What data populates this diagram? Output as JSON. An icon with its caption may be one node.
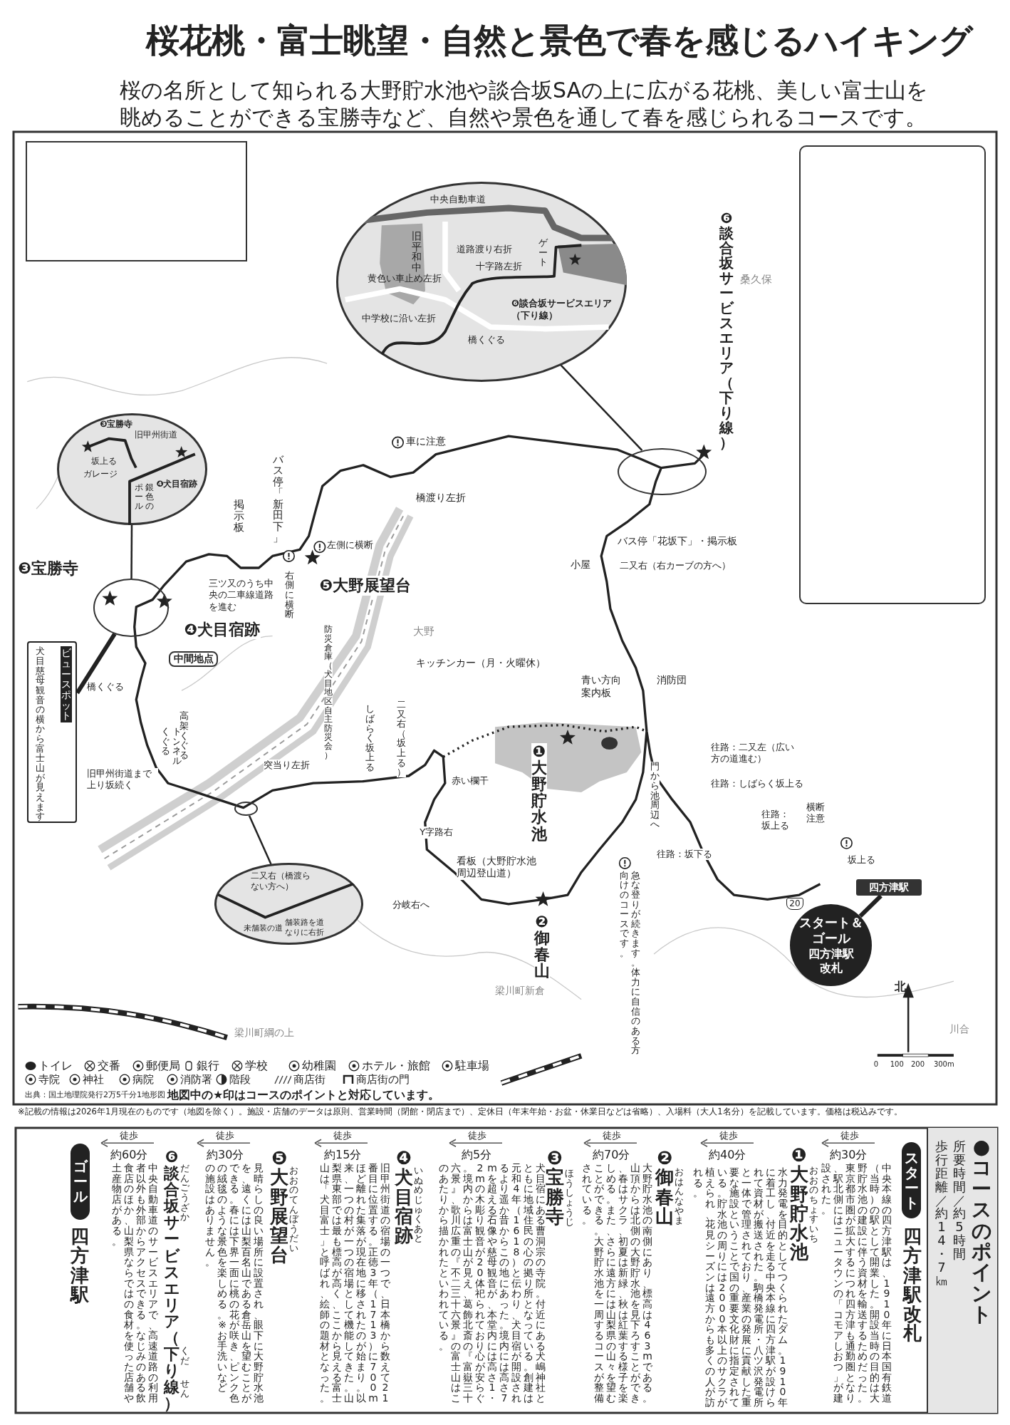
{
  "diagram": {
    "title": "桜花桃・富士眺望・自然と景色で春を感じるハイキング",
    "nodes": [
      {
        "text": [
          "中央自動車道",
          "旧平和中",
          "道路渡り右折",
          "十字路左折",
          "黄色い車止め左折",
          "ゲート",
          "中学校に沿い左折",
          "❻談合坂サービスエリア（下り線）",
          "橋くぐる"
        ]
      },
      {
        "text": [],
        "shape": "circle"
      },
      {
        "text": [
          "❸宝勝寺",
          "旧甲州街道",
          "坂上る",
          "ガレージ",
          "❹犬目宿跡",
          "銀色のポール"
        ]
      },
      {
        "text": [],
        "shape": "circle"
      },
      {
        "text": [
          "二又右（橋渡らない方へ）",
          "未舗装の道",
          "舗装路を道なりに右折"
        ]
      },
      {
        "text": [],
        "shape": "circle"
      },
      {
        "text": [
          "犬目慈母観音の横から富士山が見えます",
          "ビュースポット"
        ]
      },
      {
        "text": [
          "中間地点"
        ]
      },
      {
        "text": [
          "スタート＆ゴール",
          "四方津駅改札"
        ]
      },
      {
        "text": [
          "四方津駅"
        ]
      },
      {
        "text": [],
        "shape": "box"
      },
      {
        "text": [],
        "shape": "box"
      },
      {
        "text": [
          "歩行距離／約14・7㎞",
          "所要時間／約5時間",
          "●コースのポイント"
        ]
      },
      {
        "text": [
          "スタート"
        ],
        "beside": [
          "四方津駅改札"
        ]
      },
      {
        "text": [
          "ゴール"
        ],
        "beside": [
          "四方津駅"
        ]
      }
    ],
    "edges": [
      {
        "from": 0,
        "to": 1,
        "arrow": "none"
      },
      {
        "from": 2,
        "to": 3,
        "arrow": "none"
      },
      {
        "from": 4,
        "to": 5,
        "arrow": "none"
      },
      {
        "from": 6,
        "to": 3,
        "arrow": "none",
        "style": "thick"
      },
      {
        "from": 8,
        "to": 9,
        "arrow": "none",
        "style": "thick"
      }
    ],
    "labels": [
      "桜の名所として知られる大野貯水池や談合坂SAの上に広がる花桃、美しい富士山を眺めることができる宝勝寺など、自然や景色を通して春を感じられるコースです。",
      "❻談合坂サービスエリア（下り線）",
      "桑久保",
      "車に注意",
      "橋渡り左折",
      "バス停「新田下」",
      "掲示板",
      "左側に横断",
      "右側に横断",
      "❺大野展望台",
      "❸宝勝寺",
      "三ツ又のうち中央の二車線道路を進む",
      "❹犬目宿跡",
      "大野",
      "防災倉庫（犬目地区自主防災会）",
      "キッチンカー（月・火曜休）",
      "バス停「花坂下」・掲示板",
      "小屋",
      "二又右（右カーブの方へ）",
      "青い方向案内板",
      "消防団",
      "しばらく坂上る",
      "二又右（坂上る）",
      "突当り左折",
      "橋くぐる",
      "トンネルくぐる",
      "高架くぐる",
      "旧甲州街道まで上り坂続く",
      "❶大野貯水池",
      "赤い欄干",
      "門から池周辺へ",
      "往路：二又左（広い方の道進む）",
      "往路：しばらく坂上る",
      "Y字路右",
      "往路：坂上る",
      "横断注意",
      "坂上る",
      "往路：坂下る",
      "看板（大野貯水池周辺登山道）",
      "急な登りが続きます。体力に自信のある方向けのコースです。",
      "分岐右へ",
      "❷御春山",
      "20",
      "梁川町新倉",
      "梁川町綱の上",
      "川合",
      "北",
      "0",
      "100",
      "200",
      "300m",
      "出典：国土地理院発行2万5千分1地形図",
      "地図中の★印はコースのポイントと対応しています。",
      "※記載の情報は2026年1月現在のものです（地図を除く）。施設・店舗のデータは原則、営業時間（閉館・閉店まで）、定休日（年末年始・お盆・休業日などは省略）、入場料（大人1名分）を記載しています。価格は税込みです。",
      "徒歩",
      "約30分",
      "中央本線の四方津駅は、1910年に日本国有鉄道（当時）の駅として開業した。開設当時の目的は大野貯水池の建設に伴う資材を輸送するためだった。東京都市圏が拡大するにつれ四方津も通勤圏となり、駅北側にはニュータウンの「コモアしおつ」が建設された。",
      "❶大野貯水池",
      "おおのちょすいち",
      "水力発電を目的としてつくられたダム。1910年に着工し、付近を走る中央本線に四方津駅が設けられて資材が搬送された。駒橋発電所・八ツ沢発電所と一体で管理されており、産業の発展に貢献した重要な施設ということで国の重要文化財に指定されている。貯水池の周りには2000本以上のサクラが植えられ、花見シーズンは遠方からも多くの人が訪れる。",
      "徒歩",
      "約40分",
      "❷御春山",
      "おはんなやま",
      "大野貯水池の南側にあり、標高は463mである。山頂からは北側の大野貯水池を見下ろすことができ、春はサクラ、初夏は新緑、秋は紅葉する様子を楽しめる。また、さらに遠方には山梨県の山々を望むことができる。大野貯水池を一周するコースが整備されている。",
      "徒歩",
      "約70分",
      "❸宝勝寺",
      "ほうしょうじ",
      "犬目宿にある曹洞宗の寺院。付近にある犬嶋神社とともに地域住民の心の拠り所となっている。創建は元和4年（1618）と伝わり、犬目宿が開設されるより遥か昔からこの地にあった。境内には高さ7mを超える石像や慈母観音が、本堂内には高さ1・2mの木彫り観音が20体祀られており心が安らぐ。境内からは富士山が見え、葛飾北斎の『富嶽三十六景』、歌川広重の『不二三十六景』の富士山はこのあたりから描かれたといわれている。",
      "徒歩",
      "約5分",
      "❹犬目宿跡",
      "いぬめじゅくあと",
      "旧甲州街道の宿場の一つで、日本橋から数えて21番目に位置する。正徳3年（1713）に700mほど離れた集落が現在地に移されたのが始まり。以来、一つの村が一つの宿場として機能してきた。山梨県東部では最も標高が高く、ここから見える富士山は「犬目富士」と呼ばれ、絵師の題材となった。",
      "徒歩",
      "約15分",
      "❺大野展望台",
      "おおのてんぼうだい",
      "見晴らしの良い場所に設置され、眼下に大野貯水池を、遠くには山梨百名山である倉岳山を望むことができる。春には下界一面に桃の花が咲き、ピンク色の絨毯のような景色を楽しめる。 ※お手洗いなどの施設はありません。",
      "徒歩",
      "約30分",
      "❻談合坂サービスエリア（下り線）",
      "だんごうざか",
      "くだ",
      "せん",
      "中央自動車道のサービスエリアで、高速道路の利用者以外も外部からアクセスできる。なじみのある飲食店のほか、山梨県ならではの食材を使った店舗や土産物店がある。",
      "徒歩",
      "約60分"
    ],
    "legend": [
      {
        "text": "トイレ"
      },
      {
        "text": "交番"
      },
      {
        "text": "郵便局"
      },
      {
        "text": "銀行"
      },
      {
        "text": "学校"
      },
      {
        "text": "幼稚園"
      },
      {
        "text": "ホテル・旅館"
      },
      {
        "text": "駐車場"
      },
      {
        "text": "寺院"
      },
      {
        "text": "神社"
      },
      {
        "text": "病院"
      },
      {
        "text": "消防署"
      },
      {
        "text": "階段"
      },
      {
        "text": "商店街"
      },
      {
        "text": "商店街の門"
      }
    ]
  }
}
